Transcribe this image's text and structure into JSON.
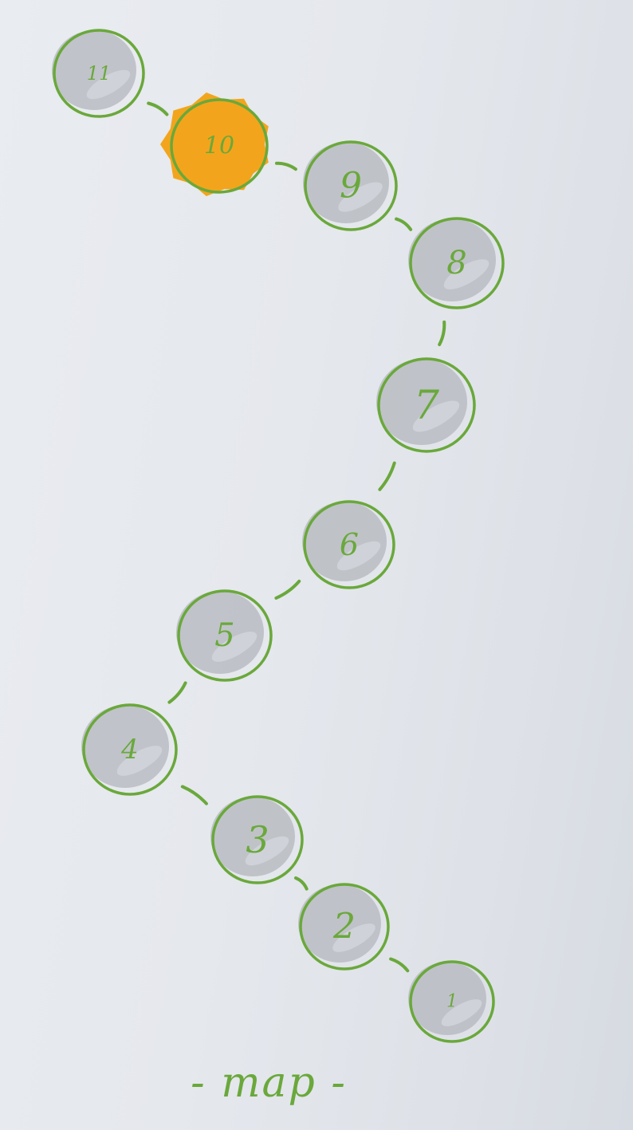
{
  "diagram": {
    "nodes": [
      {
        "label": "1",
        "state": "locked"
      },
      {
        "label": "2",
        "state": "locked"
      },
      {
        "label": "3",
        "state": "locked"
      },
      {
        "label": "4",
        "state": "locked"
      },
      {
        "label": "5",
        "state": "locked"
      },
      {
        "label": "6",
        "state": "locked"
      },
      {
        "label": "7",
        "state": "locked"
      },
      {
        "label": "8",
        "state": "locked"
      },
      {
        "label": "9",
        "state": "locked"
      },
      {
        "label": "10",
        "state": "current"
      },
      {
        "label": "11",
        "state": "locked"
      }
    ],
    "footer": "- map -"
  },
  "colors": {
    "paper": "#e7eaee",
    "stroke": "#6aa83b",
    "fill_locked": "#b9bcc2",
    "fill_current": "#f2a51c"
  }
}
